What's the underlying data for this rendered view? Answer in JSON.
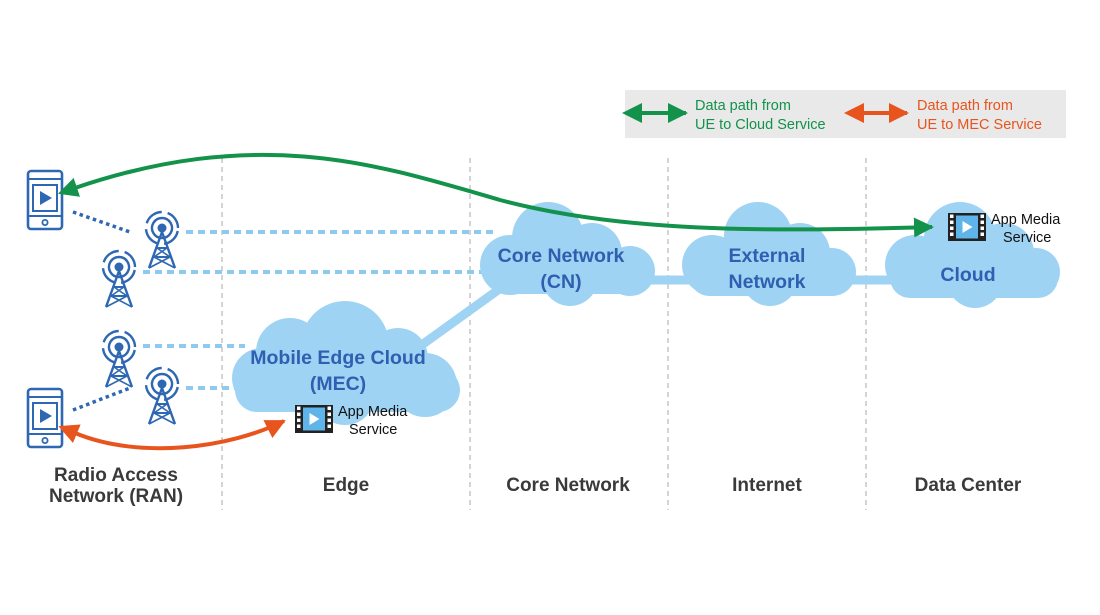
{
  "legend": {
    "cloud_path": {
      "line1": "Data path from",
      "line2": "UE to Cloud Service",
      "color": "#12924a"
    },
    "mec_path": {
      "line1": "Data path from",
      "line2": "UE to MEC Service",
      "color": "#e8541e"
    }
  },
  "clouds": {
    "core": {
      "line1": "Core Network",
      "line2": "(CN)"
    },
    "external": {
      "line1": "External",
      "line2": "Network"
    },
    "datacenter": {
      "line1": "Cloud"
    },
    "mec": {
      "line1": "Mobile Edge Cloud",
      "line2": "(MEC)"
    }
  },
  "services": {
    "cloud_service": {
      "line1": "App Media",
      "line2": "Service",
      "icon": "film-play-icon"
    },
    "mec_service": {
      "line1": "App Media",
      "line2": "Service",
      "icon": "film-play-icon"
    }
  },
  "zones": {
    "ran": {
      "line1": "Radio Access",
      "line2": "Network (RAN)"
    },
    "edge": "Edge",
    "core": "Core Network",
    "internet": "Internet",
    "datacenter": "Data Center"
  },
  "icons": {
    "device": "smartphone-video-icon",
    "tower": "antenna-tower-icon"
  },
  "colors": {
    "cloud_fill": "#9fd3f4",
    "cloud_text": "#2f5fb0",
    "device_blue": "#2e67b2",
    "dash_light": "#8ec9ef",
    "divider": "#b8b8b8",
    "legend_bg": "#e9e9e9"
  }
}
